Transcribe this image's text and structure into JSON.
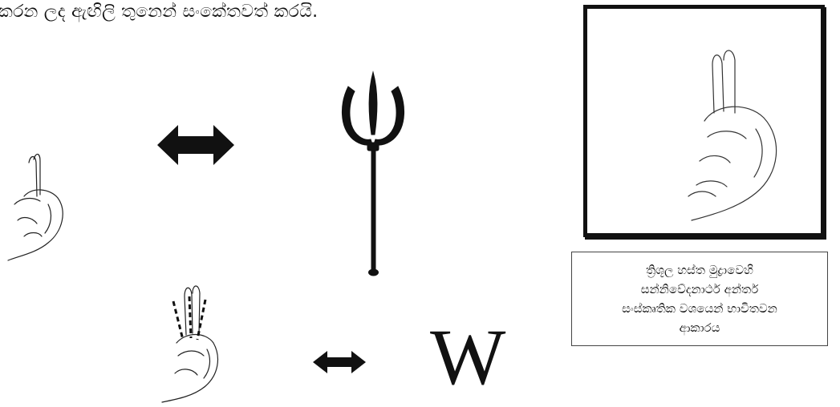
{
  "header": {
    "text": "කරන ලද ඇඟිලි තුනෙන් සංකේතවත් කරයි."
  },
  "figure": {
    "caption_lines": [
      "ත්‍රිශූල හස්ත මුද්‍රාවෙහි",
      "සන්නිවේදනාර්ථ අන්තර්",
      "සංස්කෘතික වශයෙන් භාවිතවන",
      "ආකාරය"
    ]
  },
  "symbols": {
    "letter_w": "W"
  },
  "icons": {
    "arrow": "double-headed-arrow-icon",
    "trident": "trident-icon",
    "hand": "hand-mudra-icon"
  }
}
